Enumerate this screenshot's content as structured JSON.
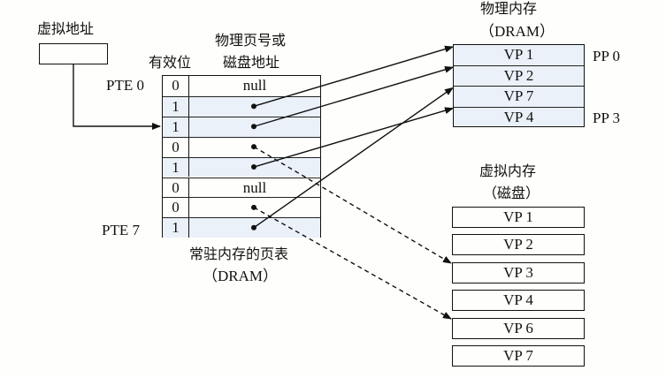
{
  "virtual_address": {
    "label": "虚拟地址"
  },
  "page_table": {
    "col_valid_header": "有效位",
    "col_addr_header_line1": "物理页号或",
    "col_addr_header_line2": "磁盘地址",
    "first_label": "PTE 0",
    "last_label": "PTE 7",
    "caption_line1": "常驻内存的页表",
    "caption_line2": "（DRAM）",
    "entries": [
      {
        "valid": "0",
        "addr": "null",
        "pointer": null
      },
      {
        "valid": "1",
        "addr": "",
        "pointer": "VP 1",
        "target": "physical"
      },
      {
        "valid": "1",
        "addr": "",
        "pointer": "VP 2",
        "target": "physical"
      },
      {
        "valid": "0",
        "addr": "",
        "pointer": "VP 3",
        "target": "disk"
      },
      {
        "valid": "1",
        "addr": "",
        "pointer": "VP 4",
        "target": "physical"
      },
      {
        "valid": "0",
        "addr": "null",
        "pointer": null
      },
      {
        "valid": "0",
        "addr": "",
        "pointer": "VP 6",
        "target": "disk"
      },
      {
        "valid": "1",
        "addr": "",
        "pointer": "VP 7",
        "target": "physical"
      }
    ]
  },
  "physical_memory": {
    "title_line1": "物理内存",
    "title_line2": "（DRAM）",
    "pages": [
      "VP 1",
      "VP 2",
      "VP 7",
      "VP 4"
    ],
    "first_label": "PP 0",
    "last_label": "PP 3"
  },
  "virtual_memory": {
    "title_line1": "虚拟内存",
    "title_line2": "（磁盘）",
    "pages": [
      "VP 1",
      "VP 2",
      "VP 3",
      "VP 4",
      "VP 6",
      "VP 7"
    ]
  },
  "colors": {
    "valid_fill": "#eaf1f8",
    "line": "#111111"
  }
}
